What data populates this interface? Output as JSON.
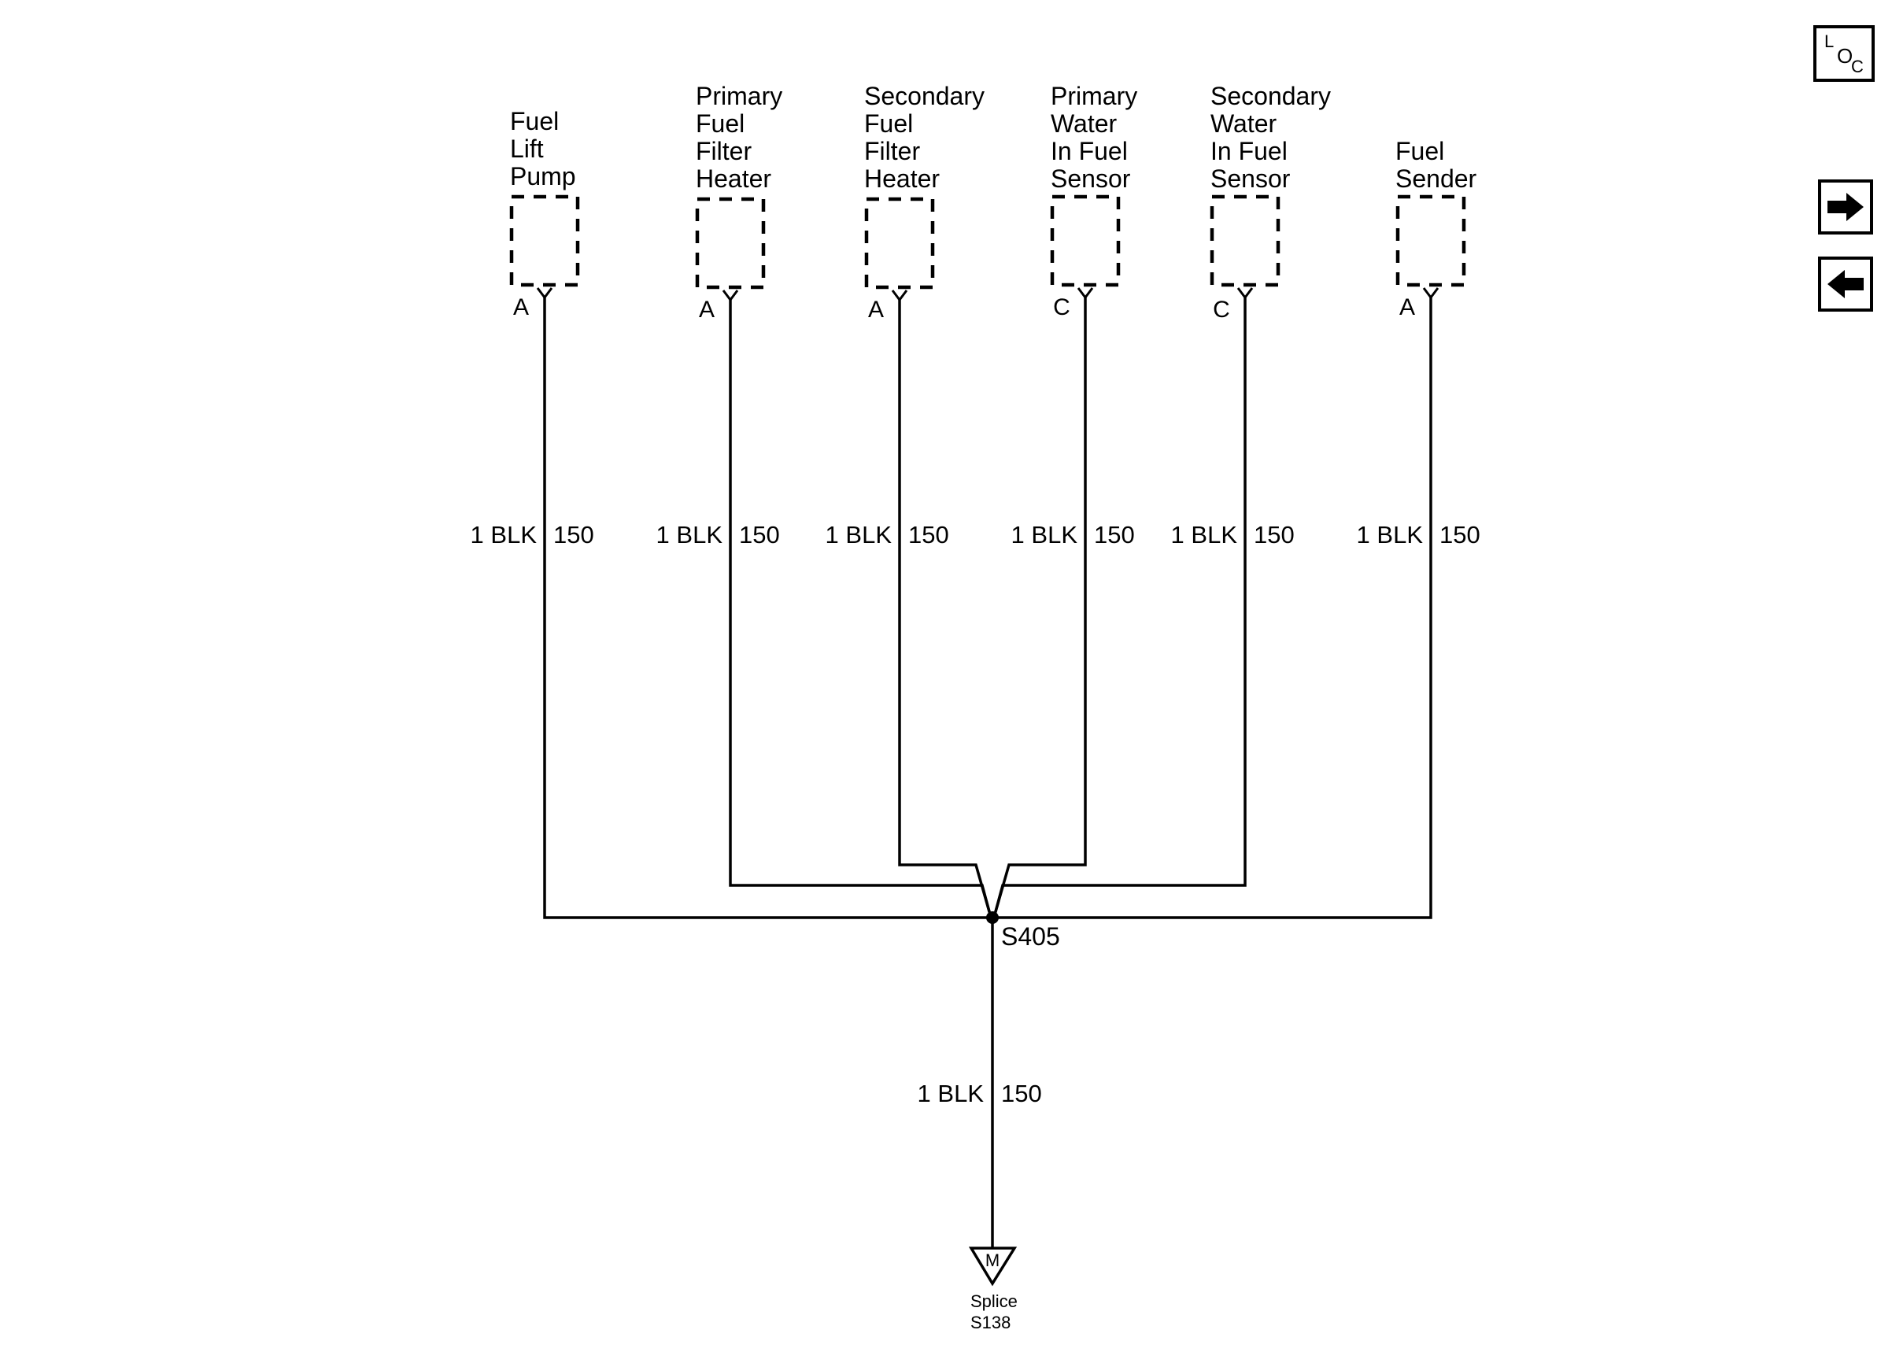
{
  "components": [
    {
      "name_lines": [
        "Fuel",
        "Lift",
        "Pump"
      ],
      "pin": "A",
      "wire": {
        "size_color": "1 BLK",
        "circuit": "150"
      }
    },
    {
      "name_lines": [
        "Primary",
        "Fuel",
        "Filter",
        "Heater"
      ],
      "pin": "A",
      "wire": {
        "size_color": "1 BLK",
        "circuit": "150"
      }
    },
    {
      "name_lines": [
        "Secondary",
        "Fuel",
        "Filter",
        "Heater"
      ],
      "pin": "A",
      "wire": {
        "size_color": "1 BLK",
        "circuit": "150"
      }
    },
    {
      "name_lines": [
        "Primary",
        "Water",
        "In Fuel",
        "Sensor"
      ],
      "pin": "C",
      "wire": {
        "size_color": "1 BLK",
        "circuit": "150"
      }
    },
    {
      "name_lines": [
        "Secondary",
        "Water",
        "In Fuel",
        "Sensor"
      ],
      "pin": "C",
      "wire": {
        "size_color": "1 BLK",
        "circuit": "150"
      }
    },
    {
      "name_lines": [
        "Fuel",
        "Sender"
      ],
      "pin": "A",
      "wire": {
        "size_color": "1 BLK",
        "circuit": "150"
      }
    }
  ],
  "splice": {
    "label": "S405"
  },
  "trunk_wire": {
    "size_color": "1 BLK",
    "circuit": "150"
  },
  "ground": {
    "symbol_letter": "M",
    "label_lines": [
      "Splice",
      "S138"
    ]
  },
  "nav": {
    "loc": {
      "l": "L",
      "o": "O",
      "c": "C"
    },
    "forward_icon": "arrow-right-icon",
    "back_icon": "arrow-left-icon"
  }
}
